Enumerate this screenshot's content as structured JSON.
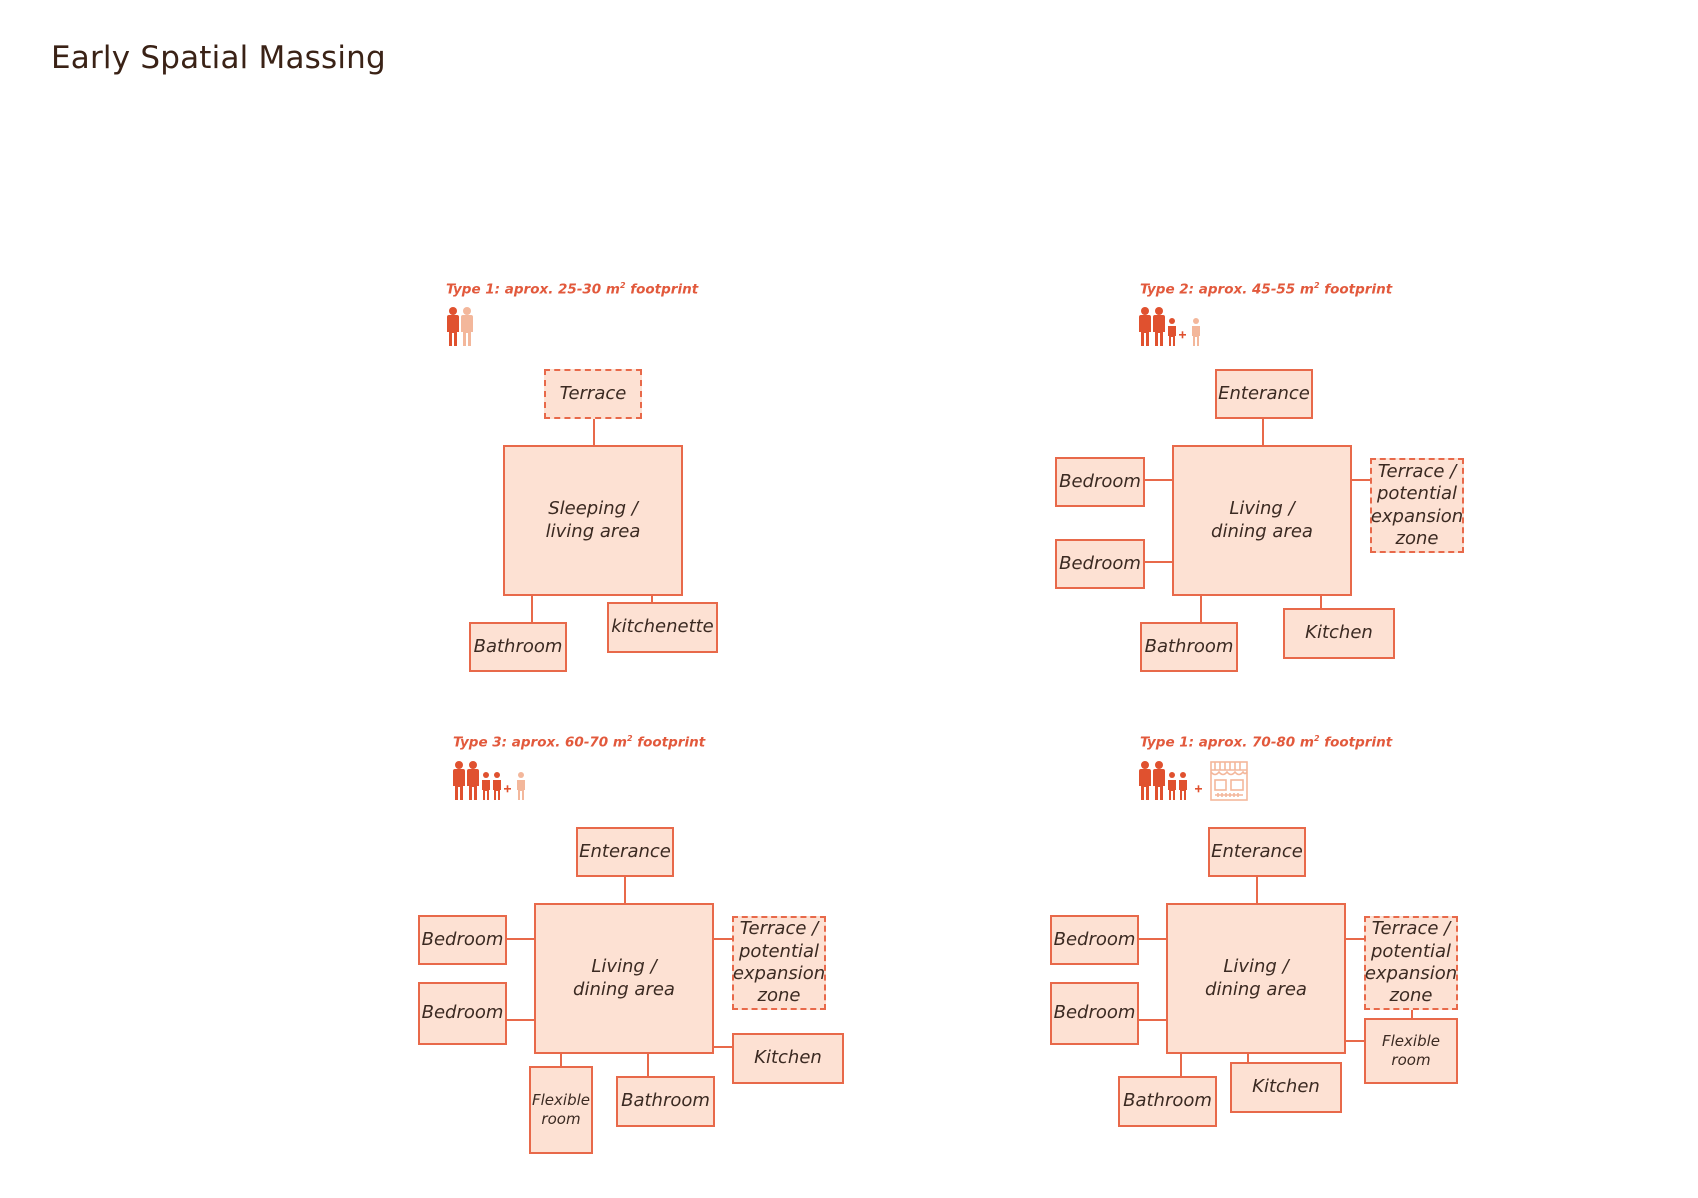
{
  "title": "Early Spatial Massing",
  "colors": {
    "stroke": "#e8694a",
    "fill": "#fde1d3",
    "label_accent": "#e2593c",
    "occupant_dark": "#e0512f",
    "occupant_light": "#f3b79b"
  },
  "types": [
    {
      "label": "Type 1: aprox. 25-30 m",
      "sup": "2",
      "label_suffix": " footprint",
      "occupants": "2 adults",
      "rooms": [
        {
          "name": "Terrace",
          "dashed": true
        },
        {
          "name": "Sleeping /\nliving area"
        },
        {
          "name": "Bathroom"
        },
        {
          "name": "kitchenette"
        }
      ]
    },
    {
      "label": "Type 2: aprox. 45-55 m",
      "sup": "2",
      "label_suffix": " footprint",
      "occupants": "2 adults + 1 child + 1",
      "rooms": [
        {
          "name": "Enterance"
        },
        {
          "name": "Living /\ndining area"
        },
        {
          "name": "Bedroom"
        },
        {
          "name": "Bedroom"
        },
        {
          "name": "Terrace /\npotential\nexpansion\nzone",
          "dashed": true
        },
        {
          "name": "Bathroom"
        },
        {
          "name": "Kitchen"
        }
      ]
    },
    {
      "label": "Type 3: aprox. 60-70 m",
      "sup": "2",
      "label_suffix": " footprint",
      "occupants": "2 adults + 2 children + 1",
      "rooms": [
        {
          "name": "Enterance"
        },
        {
          "name": "Living /\ndining area"
        },
        {
          "name": "Bedroom"
        },
        {
          "name": "Bedroom"
        },
        {
          "name": "Terrace /\npotential\nexpansion\nzone",
          "dashed": true
        },
        {
          "name": "Kitchen"
        },
        {
          "name": "Flexible\nroom"
        },
        {
          "name": "Bathroom"
        }
      ]
    },
    {
      "label": "Type 1: aprox. 70-80 m",
      "sup": "2",
      "label_suffix": " footprint",
      "occupants": "2 adults + 2 children + shop",
      "rooms": [
        {
          "name": "Enterance"
        },
        {
          "name": "Living /\ndining area"
        },
        {
          "name": "Bedroom"
        },
        {
          "name": "Bedroom"
        },
        {
          "name": "Terrace /\npotential\nexpansion\nzone",
          "dashed": true
        },
        {
          "name": "Flexible\nroom"
        },
        {
          "name": "Bathroom"
        },
        {
          "name": "Kitchen"
        }
      ]
    }
  ]
}
